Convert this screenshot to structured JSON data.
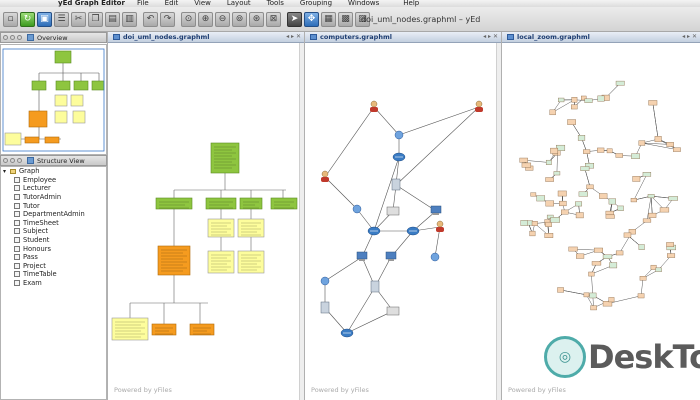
{
  "app": {
    "title": "yEd Graph Editor",
    "window_title": "doi_uml_nodes.graphml – yEd"
  },
  "menu": {
    "file": "File",
    "edit": "Edit",
    "view": "View",
    "layout": "Layout",
    "tools": "Tools",
    "grouping": "Grouping",
    "windows": "Windows",
    "help": "Help"
  },
  "toolbar": {
    "buttons": [
      "new-icon",
      "open-icon",
      "save-icon",
      "properties-icon",
      "cut-icon",
      "copy-icon",
      "paste-icon",
      "delete-icon",
      "undo-icon",
      "redo-icon",
      "zoom-fit-icon",
      "zoom-in-icon",
      "zoom-out-icon",
      "zoom-area-icon",
      "zoom-original-icon",
      "fit-content-icon",
      "select-mode-icon",
      "navigate-icon",
      "grid-icon",
      "snap-icon",
      "group-icon"
    ]
  },
  "panels": {
    "overview": {
      "title": "Overview"
    },
    "structure": {
      "title": "Structure View",
      "root": "Graph",
      "items": [
        "Employee",
        "Lecturer",
        "TutorAdmin",
        "Tutor",
        "DepartmentAdmin",
        "TimeSheet",
        "Subject",
        "Student",
        "Honours",
        "Pass",
        "Project",
        "TimeTable",
        "Exam"
      ]
    }
  },
  "documents": [
    {
      "tab": "doi_uml_nodes.graphml",
      "footer": "Powered by yFiles"
    },
    {
      "tab": "computers.graphml",
      "footer": "Powered by yFiles"
    },
    {
      "tab": "local_zoom.graphml",
      "footer": "Powered by yFiles"
    }
  ],
  "colors": {
    "uml_green": "#8ec53f",
    "uml_yellow": "#fdfd9c",
    "uml_orange": "#f59b1f",
    "tab_blue": "#1d3d72",
    "node_peach": "#f5d2b0",
    "node_mint": "#d4ecd7"
  },
  "watermark": {
    "text": "DeskTop"
  }
}
